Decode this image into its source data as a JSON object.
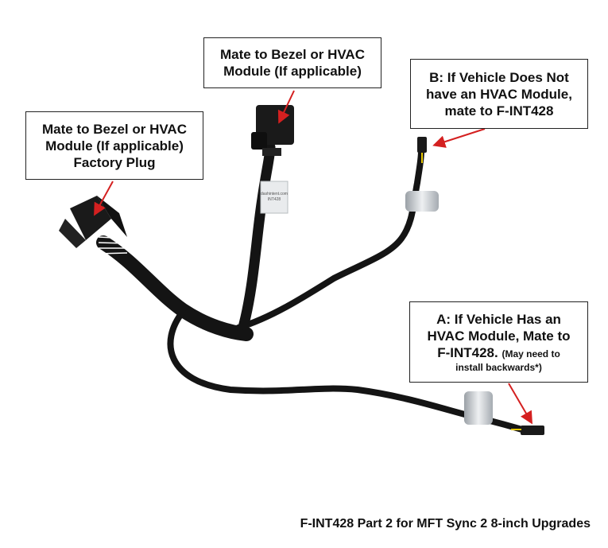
{
  "callouts": {
    "top": {
      "line1": "Mate to Bezel or HVAC",
      "line2": "Module (If applicable)"
    },
    "left": {
      "line1": "Mate to Bezel or HVAC",
      "line2": "Module (If applicable)",
      "line3": "Factory Plug"
    },
    "b": {
      "line1": "B: If Vehicle Does Not",
      "line2": "have an HVAC Module,",
      "line3": "mate to F-INT428"
    },
    "a": {
      "line1": "A: If Vehicle Has an",
      "line2": "HVAC Module, Mate to",
      "line3": "F-INT428.",
      "note1": "(May need to",
      "note2": "install backwards*)"
    }
  },
  "label_text": {
    "tag": "dashintent.com",
    "tag2": "INT428"
  },
  "caption": "F-INT428 Part 2 for MFT Sync 2 8-inch Upgrades",
  "colors": {
    "arrow": "#d42020",
    "cable": "#141414",
    "connector": "#1a1a1a",
    "metal_label": "#c9cdd2"
  }
}
